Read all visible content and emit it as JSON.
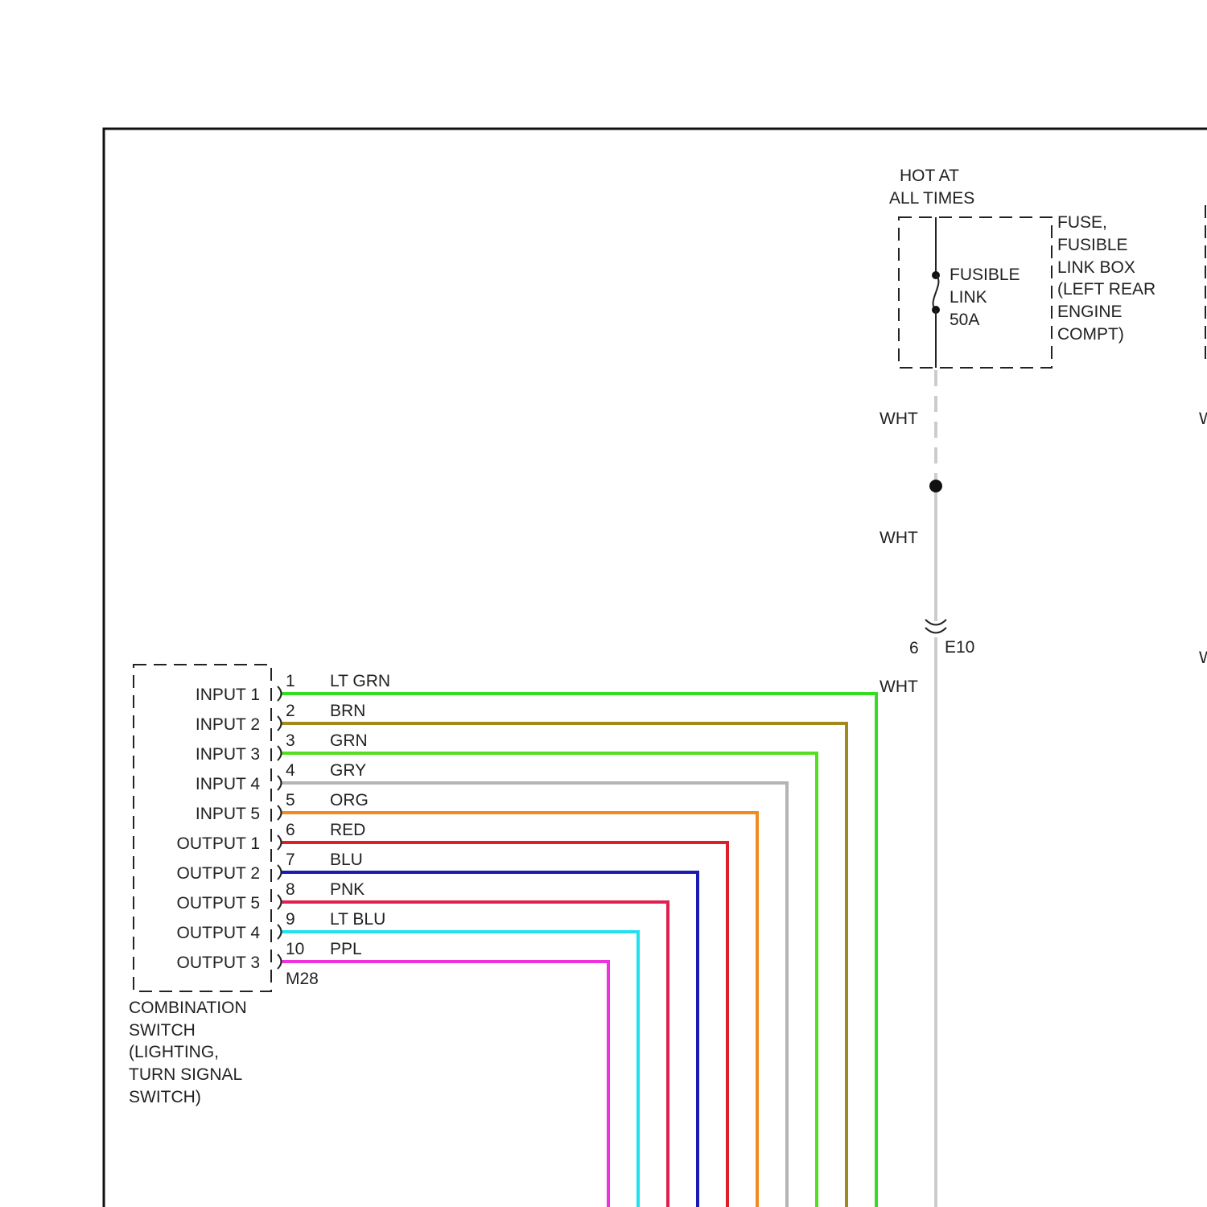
{
  "power_source": {
    "label_line1": "HOT AT",
    "label_line2": "ALL TIMES"
  },
  "fusible_link": {
    "name_line1": "FUSIBLE",
    "name_line2": "LINK",
    "rating": "50A"
  },
  "fuse_box": {
    "lines": [
      "FUSE,",
      "FUSIBLE",
      "LINK BOX",
      "(LEFT REAR",
      "ENGINE",
      "COMPT)"
    ]
  },
  "power_wire": {
    "upper_color": "WHT",
    "lower_color": "WHT",
    "after_connector_color": "WHT",
    "hex": "#cccccc"
  },
  "connector_e10": {
    "pin": "6",
    "name": "E10"
  },
  "right_edge_partial_labels": [
    "W",
    "W"
  ],
  "combination_switch": {
    "connector": "M28",
    "name_lines": [
      "COMBINATION",
      "SWITCH",
      "(LIGHTING,",
      "TURN SIGNAL",
      "SWITCH)"
    ],
    "pins": [
      {
        "pin": "1",
        "function": "INPUT 1",
        "wire": "LT GRN",
        "hex": "#33dd22"
      },
      {
        "pin": "2",
        "function": "INPUT 2",
        "wire": "BRN",
        "hex": "#a08a1e"
      },
      {
        "pin": "3",
        "function": "INPUT 3",
        "wire": "GRN",
        "hex": "#55dd22"
      },
      {
        "pin": "4",
        "function": "INPUT 4",
        "wire": "GRY",
        "hex": "#b4b4b4"
      },
      {
        "pin": "5",
        "function": "INPUT 5",
        "wire": "ORG",
        "hex": "#f08c1e"
      },
      {
        "pin": "6",
        "function": "OUTPUT 1",
        "wire": "RED",
        "hex": "#e01e2a"
      },
      {
        "pin": "7",
        "function": "OUTPUT 2",
        "wire": "BLU",
        "hex": "#1a1ab4"
      },
      {
        "pin": "8",
        "function": "OUTPUT 5",
        "wire": "PNK",
        "hex": "#e02050"
      },
      {
        "pin": "9",
        "function": "OUTPUT 4",
        "wire": "LT BLU",
        "hex": "#22e0ee"
      },
      {
        "pin": "10",
        "function": "OUTPUT 3",
        "wire": "PPL",
        "hex": "#ee33dd"
      }
    ]
  }
}
